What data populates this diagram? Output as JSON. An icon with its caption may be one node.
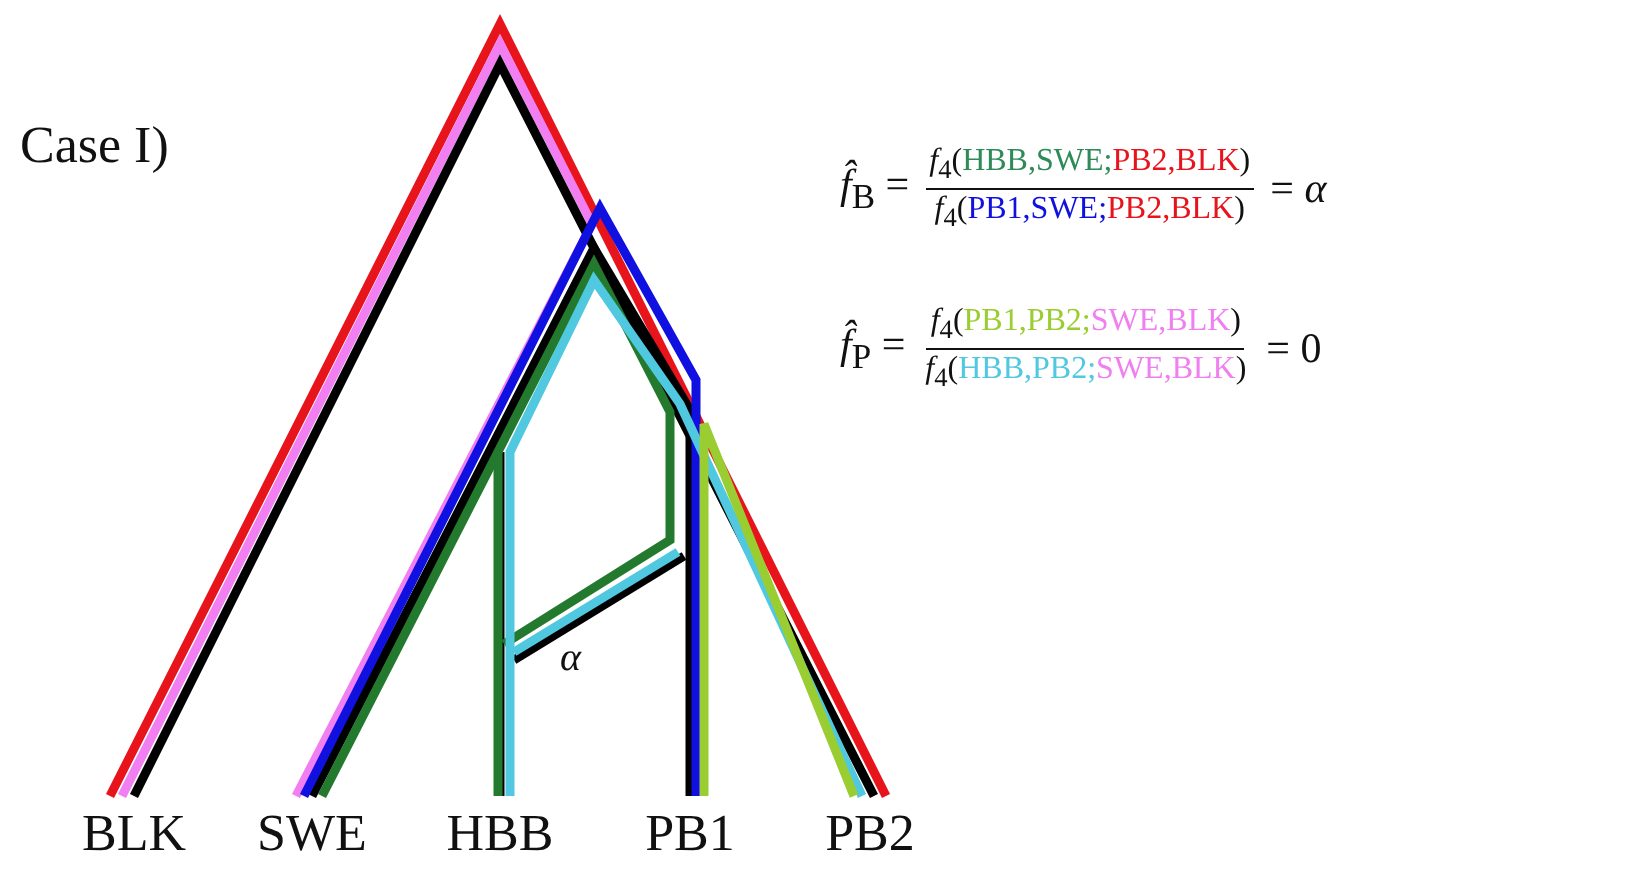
{
  "diagram": {
    "title": "Case I)",
    "labels": [
      "*f̂*$_{B}$ =",
      "*f*$_{4}$(HBB,SWE;PB2,BLK)",
      "*f*$_{4}$(PB1,SWE;PB2,BLK)",
      "= *α*",
      "*f̂*$_{P}$ =",
      "*f*$_{4}$(PB1,PB2;SWE,BLK)",
      "*f*$_{4}$(HBB,PB2;SWE,BLK)",
      "= 0",
      "α",
      "BLK",
      "SWE",
      "HBB",
      "PB1",
      "PB2"
    ]
  }
}
